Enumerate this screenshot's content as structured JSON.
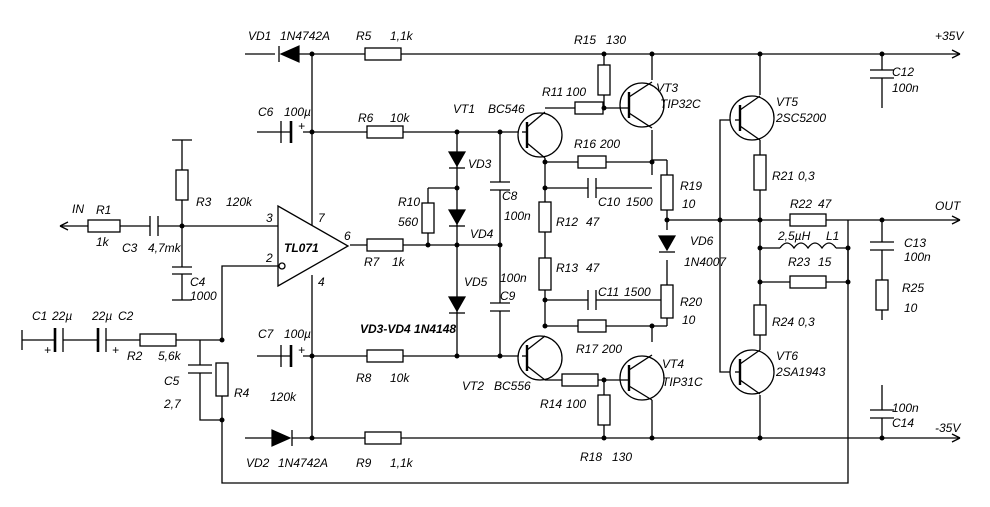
{
  "rails": {
    "pos": "+35V",
    "neg": "-35V",
    "input": "IN",
    "output": "OUT"
  },
  "opamp": {
    "name": "TL071",
    "pin3": "3",
    "pin2": "2",
    "pin7": "7",
    "pin4": "4",
    "pin6": "6"
  },
  "parts": {
    "vd1": "VD1",
    "vd1_type": "1N4742A",
    "vd2": "VD2",
    "vd2_type": "1N4742A",
    "r5": "R5",
    "r5_val": "1,1k",
    "r9": "R9",
    "r9_val": "1,1k",
    "r15": "R15",
    "r15_val": "130",
    "r18": "R18",
    "r18_val": "130",
    "c12": "C12",
    "c12_val": "100n",
    "c14": "C14",
    "c14_val": "100n",
    "c6": "C6",
    "c6_val": "100µ",
    "c7": "C7",
    "c7_val": "100µ",
    "r6": "R6",
    "r6_val": "10k",
    "r8": "R8",
    "r8_val": "10k",
    "vt1": "VT1",
    "vt1_type": "BC546",
    "vt2": "VT2",
    "vt2_type": "BC556",
    "r11": "R11",
    "r11_val": "100",
    "r14": "R14",
    "r14_val": "100",
    "vt3": "VT3",
    "vt3_type": "TIP32C",
    "vt4": "VT4",
    "vt4_type": "TIP31C",
    "vt5": "VT5",
    "vt5_type": "2SC5200",
    "vt6": "VT6",
    "vt6_type": "2SA1943",
    "r1": "R1",
    "r1_val": "1k",
    "r3": "R3",
    "r3_val": "120k",
    "r4": "R4",
    "r4_val": "120k",
    "c3": "C3",
    "c3_val": "4,7mk",
    "c4": "C4",
    "c4_val": "1000",
    "c1": "C1",
    "c1_val": "22µ",
    "c2": "C2",
    "c2_val": "22µ",
    "r2": "R2",
    "r2_val": "5,6k",
    "c5": "C5",
    "c5_val": "2,7",
    "r7": "R7",
    "r7_val": "1k",
    "r10": "R10",
    "r10_val": "560",
    "vd3": "VD3",
    "vd4": "VD4",
    "vd5": "VD5",
    "vd_note": "VD3-VD4 1N4148",
    "c8": "C8",
    "c8_val": "100n",
    "c9": "C9",
    "c9_val": "100n",
    "r12": "R12",
    "r12_val": "47",
    "r13": "R13",
    "r13_val": "47",
    "r16": "R16",
    "r16_val": "200",
    "r17": "R17",
    "r17_val": "200",
    "c10": "C10",
    "c10_val": "1500",
    "c11": "C11",
    "c11_val": "1500",
    "r19": "R19",
    "r19_val": "10",
    "r20": "R20",
    "r20_val": "10",
    "vd6": "VD6",
    "vd6_type": "1N4007",
    "r21": "R21",
    "r21_val": "0,3",
    "r24": "R24",
    "r24_val": "0,3",
    "r22": "R22",
    "r22_val": "47",
    "r23": "R23",
    "r23_val": "15",
    "l1": "L1",
    "l1_val": "2,5µH",
    "c13": "C13",
    "c13_val": "100n",
    "r25": "R25",
    "r25_val": "10"
  }
}
